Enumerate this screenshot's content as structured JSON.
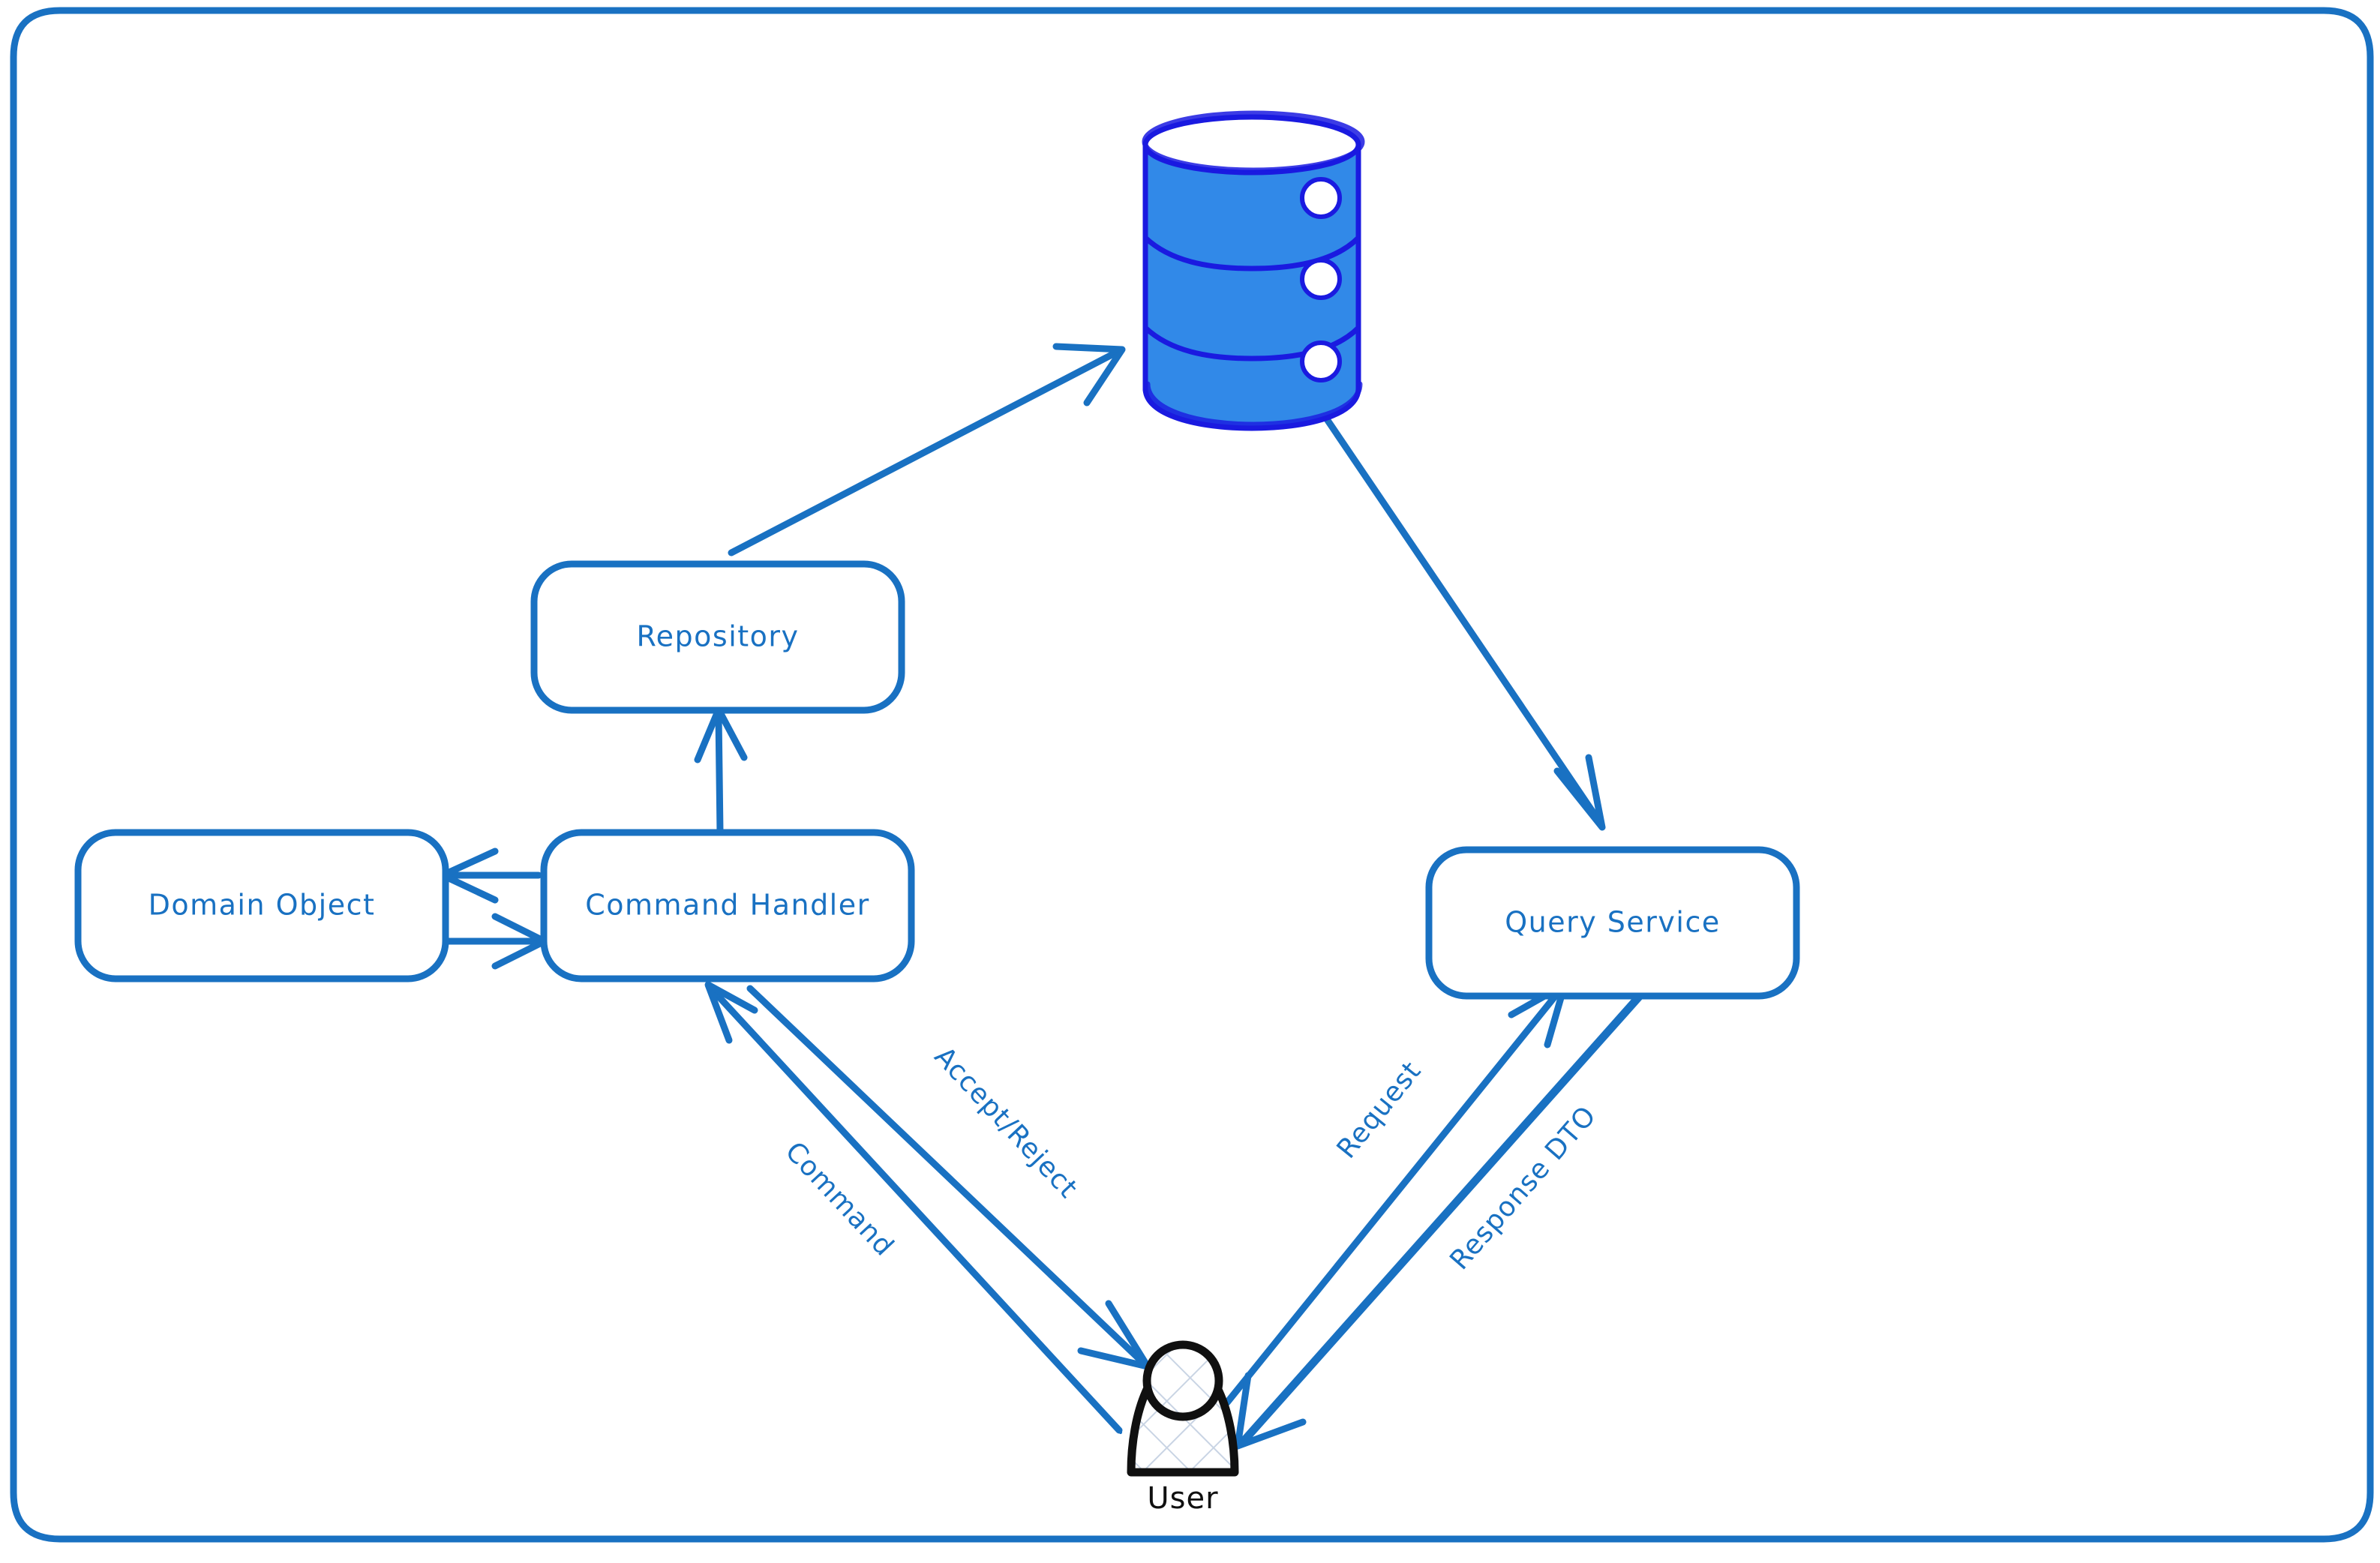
{
  "diagram": {
    "title": "CQRS Architecture Diagram",
    "type": "flow-diagram",
    "frame": {
      "shape": "rounded-rectangle",
      "stroke": "#1971c2"
    },
    "palette": {
      "node_stroke": "#1971c2",
      "node_fill": "#ffffff",
      "edge_stroke": "#1971c2",
      "label_text": "#1971c2",
      "database_fill": "#3189e8",
      "database_stroke": "#1a1ae0",
      "database_top_fill": "#ffffff",
      "actor_stroke": "#101010",
      "actor_hatch": "#c9d4e4",
      "actor_text": "#101010",
      "background": "#ffffff"
    },
    "nodes": [
      {
        "id": "database",
        "label": "",
        "kind": "cylinder"
      },
      {
        "id": "repository",
        "label": "Repository",
        "kind": "box"
      },
      {
        "id": "domain-object",
        "label": "Domain Object",
        "kind": "box"
      },
      {
        "id": "command-handler",
        "label": "Command Handler",
        "kind": "box"
      },
      {
        "id": "query-service",
        "label": "Query Service",
        "kind": "box"
      },
      {
        "id": "user",
        "label": "User",
        "kind": "actor"
      }
    ],
    "edges": [
      {
        "id": "repo-to-db",
        "from": "repository",
        "to": "database",
        "label": ""
      },
      {
        "id": "db-to-query",
        "from": "database",
        "to": "query-service",
        "label": ""
      },
      {
        "id": "ch-to-repo",
        "from": "command-handler",
        "to": "repository",
        "label": ""
      },
      {
        "id": "ch-to-domain",
        "from": "command-handler",
        "to": "domain-object",
        "label": ""
      },
      {
        "id": "domain-to-ch",
        "from": "domain-object",
        "to": "command-handler",
        "label": ""
      },
      {
        "id": "user-to-ch",
        "from": "user",
        "to": "command-handler",
        "label": "Command"
      },
      {
        "id": "ch-to-user",
        "from": "command-handler",
        "to": "user",
        "label": "Accept/Reject"
      },
      {
        "id": "user-to-query",
        "from": "user",
        "to": "query-service",
        "label": "Request"
      },
      {
        "id": "query-to-user",
        "from": "query-service",
        "to": "user",
        "label": "Response DTO"
      }
    ]
  }
}
